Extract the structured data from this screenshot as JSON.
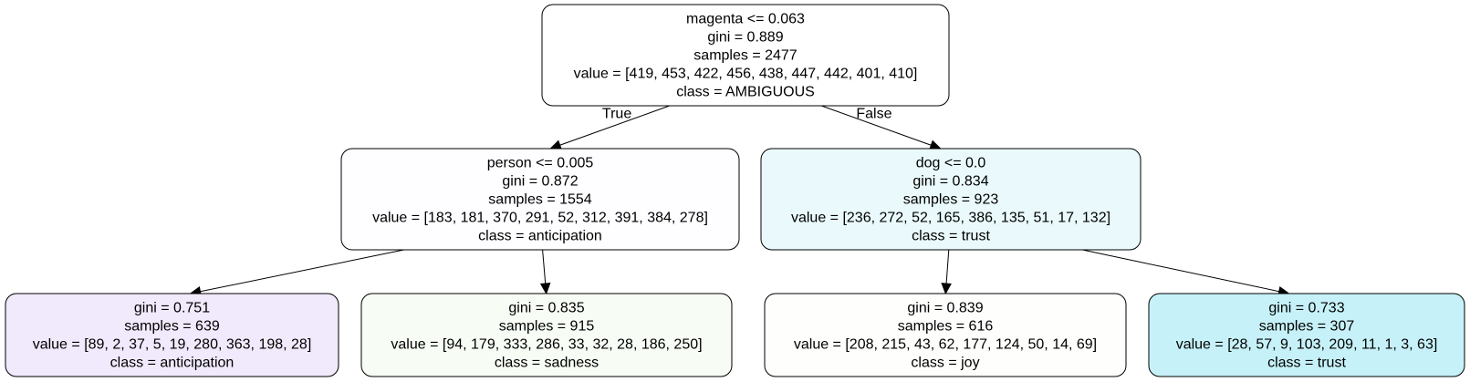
{
  "tree": {
    "nodes": [
      {
        "id": "root",
        "lines": [
          "magenta <= 0.063",
          "gini = 0.889",
          "samples = 2477",
          "value = [419, 453, 422, 456, 438, 447, 442, 401, 410]",
          "class = AMBIGUOUS"
        ],
        "fill": "#ffffff"
      },
      {
        "id": "n1",
        "lines": [
          "person <= 0.005",
          "gini = 0.872",
          "samples = 1554",
          "value = [183, 181, 370, 291, 52, 312, 391, 384, 278]",
          "class = anticipation"
        ],
        "fill": "#fefdff"
      },
      {
        "id": "n2",
        "lines": [
          "dog <= 0.0",
          "gini = 0.834",
          "samples = 923",
          "value = [236, 272, 52, 165, 386, 135, 51, 17, 132]",
          "class = trust"
        ],
        "fill": "#eafafc"
      },
      {
        "id": "n3",
        "lines": [
          "gini = 0.751",
          "samples = 639",
          "value = [89, 2, 37, 5, 19, 280, 363, 198, 28]",
          "class = anticipation"
        ],
        "fill": "#f1e9fc"
      },
      {
        "id": "n4",
        "lines": [
          "gini = 0.835",
          "samples = 915",
          "value = [94, 179, 333, 286, 33, 32, 28, 186, 250]",
          "class = sadness"
        ],
        "fill": "#f7fdf5"
      },
      {
        "id": "n5",
        "lines": [
          "gini = 0.839",
          "samples = 616",
          "value = [208, 215, 43, 62, 177, 124, 50, 14, 69]",
          "class = joy"
        ],
        "fill": "#fefffd"
      },
      {
        "id": "n6",
        "lines": [
          "gini = 0.733",
          "samples = 307",
          "value = [28, 57, 9, 103, 209, 11, 1, 3, 63]",
          "class = trust"
        ],
        "fill": "#c6f1f8"
      }
    ],
    "edges": [
      {
        "from": "root",
        "to": "n1",
        "label": "True"
      },
      {
        "from": "root",
        "to": "n2",
        "label": "False"
      },
      {
        "from": "n1",
        "to": "n3",
        "label": ""
      },
      {
        "from": "n1",
        "to": "n4",
        "label": ""
      },
      {
        "from": "n2",
        "to": "n5",
        "label": ""
      },
      {
        "from": "n2",
        "to": "n6",
        "label": ""
      }
    ]
  }
}
